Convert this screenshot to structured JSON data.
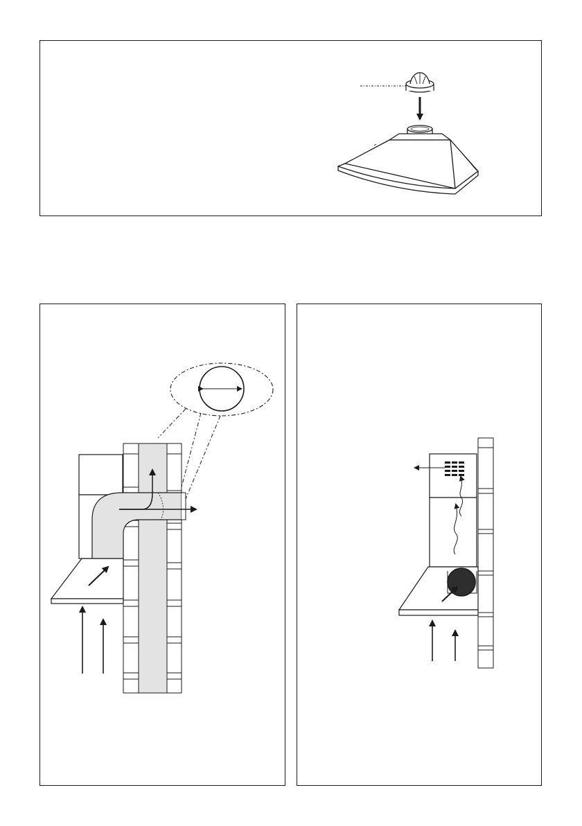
{
  "figure": {
    "stroke_color": "#1a1a1a",
    "duct_fill": "#e3e3e3",
    "filter_fill": "#2e2e2e",
    "panels": [
      {
        "id": "top",
        "depicts": "check-valve-over-hood-outlet"
      },
      {
        "id": "left",
        "depicts": "ducted-extraction-through-wall"
      },
      {
        "id": "right",
        "depicts": "recirculation-with-carbon-filter"
      }
    ]
  }
}
